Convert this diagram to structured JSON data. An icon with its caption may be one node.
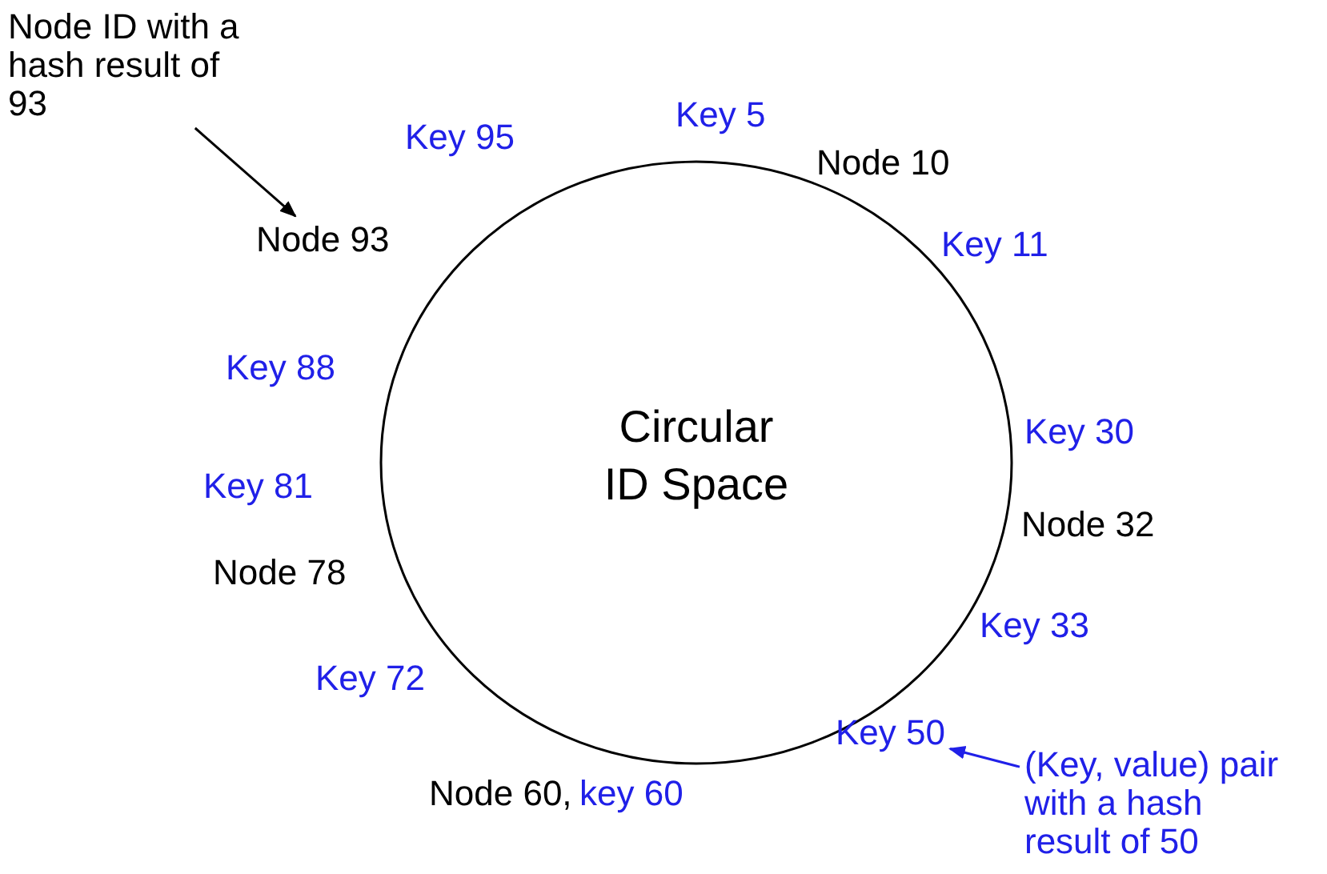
{
  "diagram": {
    "nodes": [
      {
        "text": [
          "Circular ID Space"
        ]
      },
      {
        "text": [
          "Node ID with a hash result of 93"
        ]
      },
      {
        "text": [
          "Node 93"
        ]
      },
      {
        "text": [
          "(Key, value) pair with a hash result of 50"
        ]
      },
      {
        "text": [
          "Key 50"
        ]
      }
    ],
    "edges": [
      {
        "from": 1,
        "to": 2,
        "arrow": "to"
      },
      {
        "from": 3,
        "to": 4,
        "arrow": "to",
        "color": "#2020e8"
      }
    ],
    "labels": [
      "Key 5",
      "Key 95",
      "Node 10",
      "Key 11",
      "Key 88",
      "Key 30",
      "Key 81",
      "Node 32",
      "Node 78",
      "Key 33",
      "Key 72",
      "Node 60,",
      "key 60"
    ]
  }
}
